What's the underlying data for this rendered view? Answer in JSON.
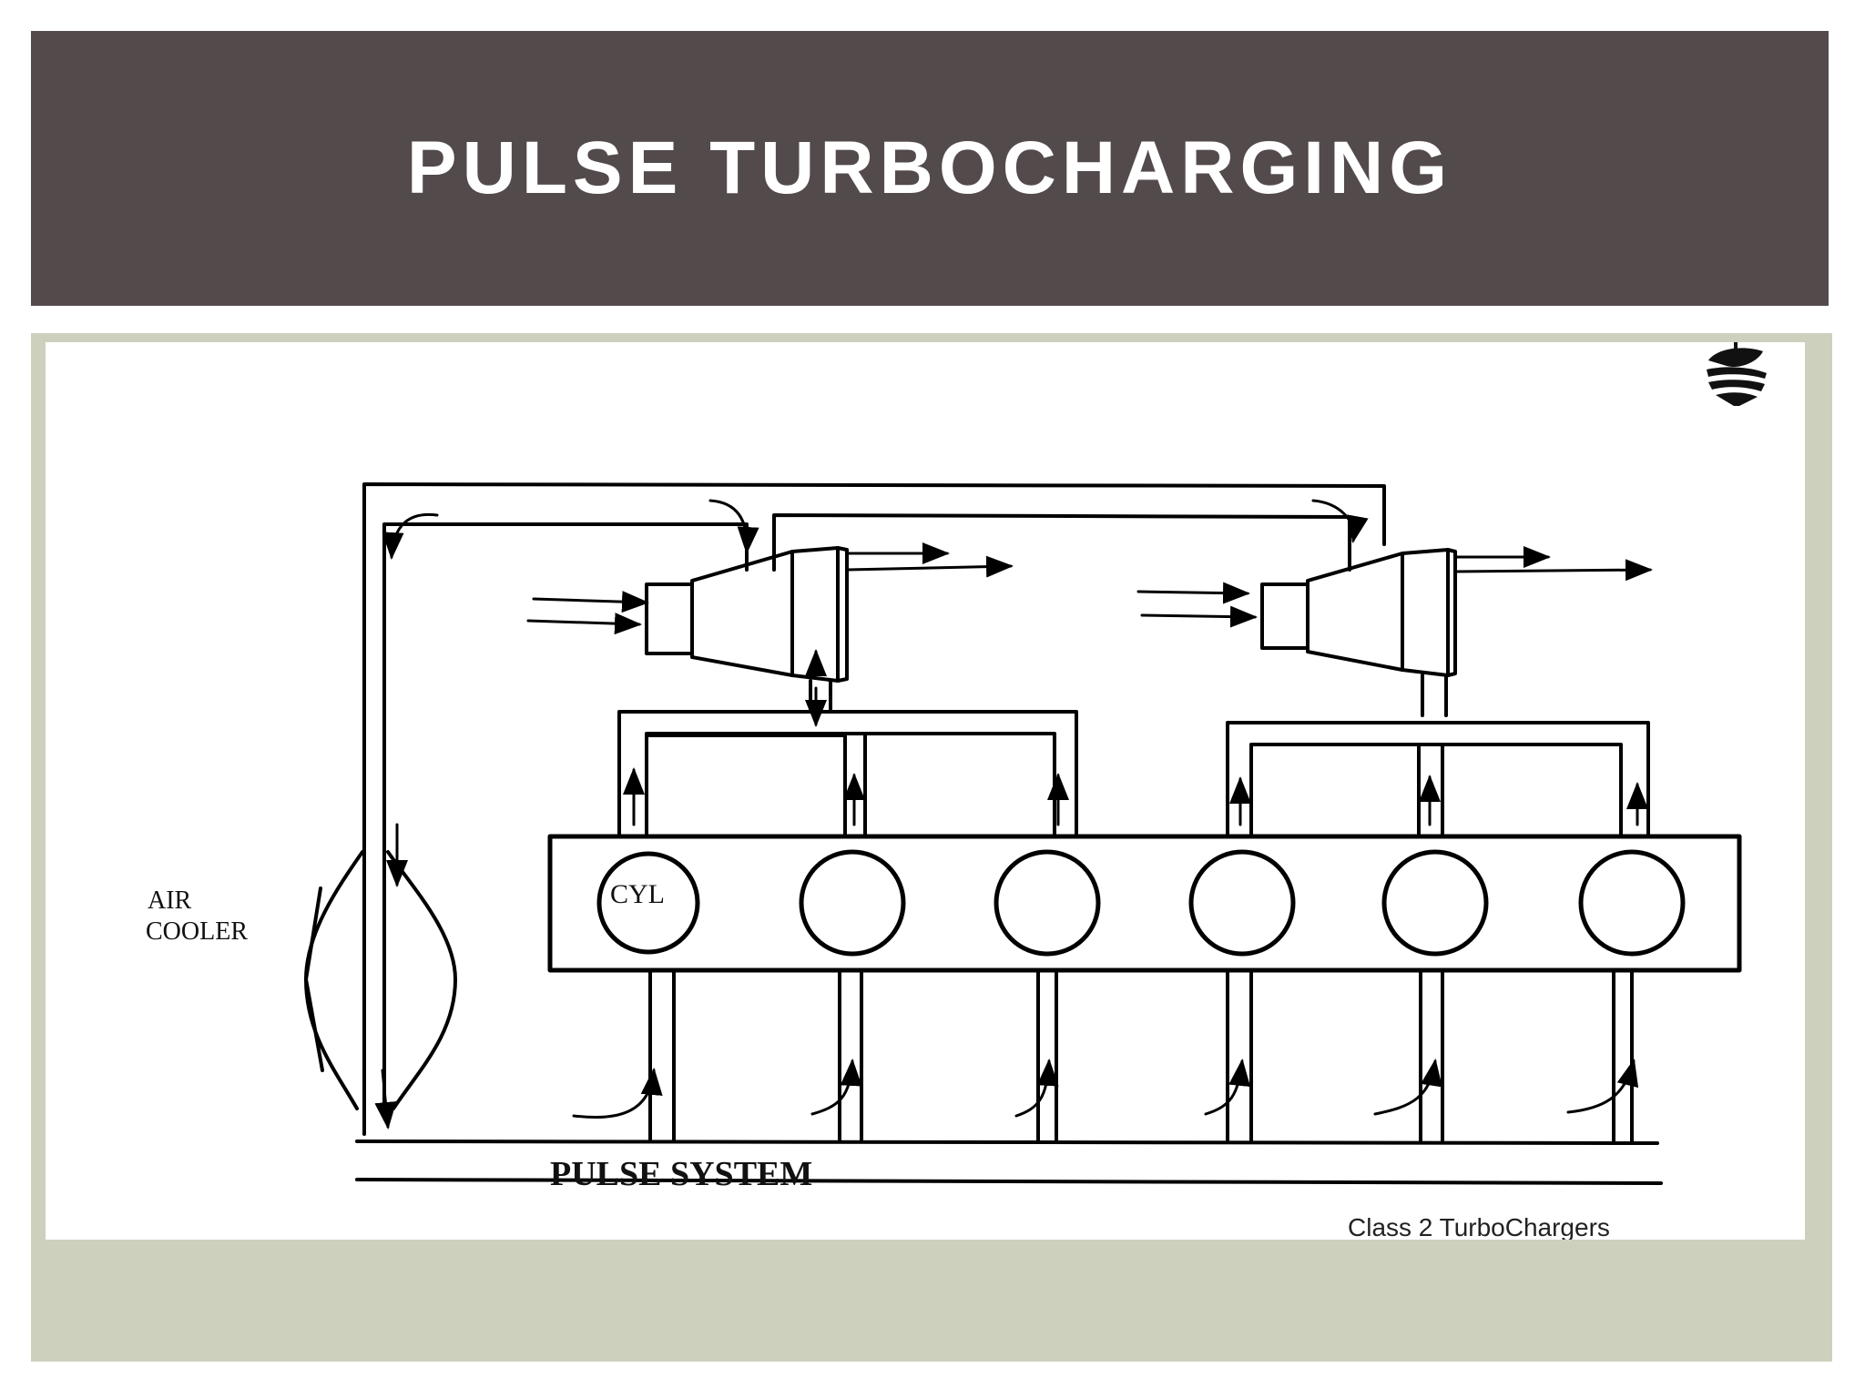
{
  "slide": {
    "title": "PULSE TURBOCHARGING"
  },
  "diagram": {
    "labels": {
      "air_cooler_line1": "AIR",
      "air_cooler_line2": "COOLER",
      "cylinder": "CYL",
      "system_caption": "PULSE SYSTEM",
      "source_caption": "Class 2 TurboChargers"
    },
    "cylinder_count": 6,
    "turbocharger_count": 2,
    "logo": "ship-logo-icon",
    "colors": {
      "title_bar": "#534a4b",
      "background_panel": "#cdd0bd",
      "line": "#000000"
    }
  }
}
